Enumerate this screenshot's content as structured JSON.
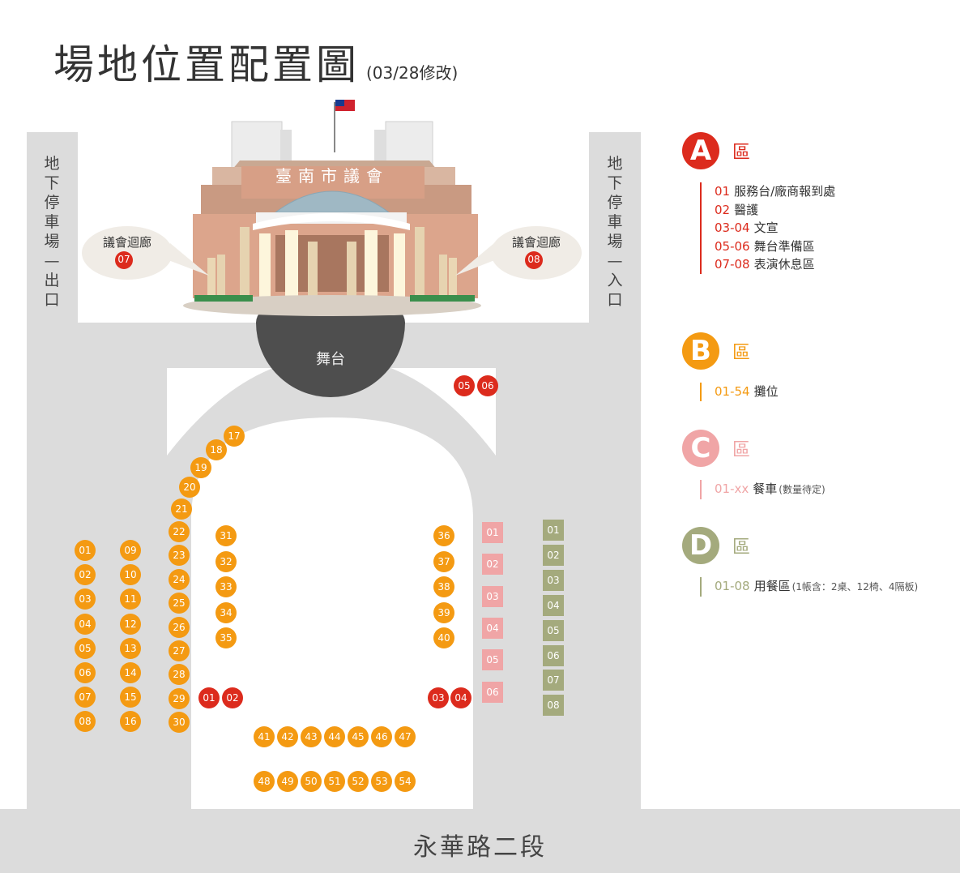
{
  "title": "場地位置配置圖",
  "title_note": "(03/28修改)",
  "building_sign": "臺南市議會",
  "parking_left": "地下停車場—出口",
  "parking_right": "地下停車場—入口",
  "road": "永華路二段",
  "stage": "舞台",
  "corridor_left": {
    "label": "議會迴廊",
    "num": "07"
  },
  "corridor_right": {
    "label": "議會迴廊",
    "num": "08"
  },
  "colors": {
    "A": "#dc2b1d",
    "B": "#f49a12",
    "C": "#f0a5a6",
    "D": "#a4aa7d",
    "road": "#dcdcdc",
    "stage": "#4e4e4e"
  },
  "legend": [
    {
      "zone": "A",
      "zone_label": "區",
      "items": [
        {
          "code": "01",
          "text": "服務台/廠商報到處"
        },
        {
          "code": "02",
          "text": "醫護"
        },
        {
          "code": "03-04",
          "text": "文宣"
        },
        {
          "code": "05-06",
          "text": "舞台準備區"
        },
        {
          "code": "07-08",
          "text": "表演休息區"
        }
      ]
    },
    {
      "zone": "B",
      "zone_label": "區",
      "items": [
        {
          "code": "01-54",
          "text": "攤位"
        }
      ]
    },
    {
      "zone": "C",
      "zone_label": "區",
      "items": [
        {
          "code": "01-xx",
          "text": "餐車",
          "note": "(數量待定)"
        }
      ]
    },
    {
      "zone": "D",
      "zone_label": "區",
      "items": [
        {
          "code": "01-08",
          "text": "用餐區",
          "note": "(1帳含：2桌、12椅、4隔板)"
        }
      ]
    }
  ],
  "markers": {
    "A": [
      "01",
      "02",
      "03",
      "04",
      "05",
      "06"
    ],
    "B": [
      "01",
      "02",
      "03",
      "04",
      "05",
      "06",
      "07",
      "08",
      "09",
      "10",
      "11",
      "12",
      "13",
      "14",
      "15",
      "16",
      "17",
      "18",
      "19",
      "20",
      "21",
      "22",
      "23",
      "24",
      "25",
      "26",
      "27",
      "28",
      "29",
      "30",
      "31",
      "32",
      "33",
      "34",
      "35",
      "36",
      "37",
      "38",
      "39",
      "40",
      "41",
      "42",
      "43",
      "44",
      "45",
      "46",
      "47",
      "48",
      "49",
      "50",
      "51",
      "52",
      "53",
      "54"
    ],
    "C": [
      "01",
      "02",
      "03",
      "04",
      "05",
      "06"
    ],
    "D": [
      "01",
      "02",
      "03",
      "04",
      "05",
      "06",
      "07",
      "08"
    ]
  }
}
